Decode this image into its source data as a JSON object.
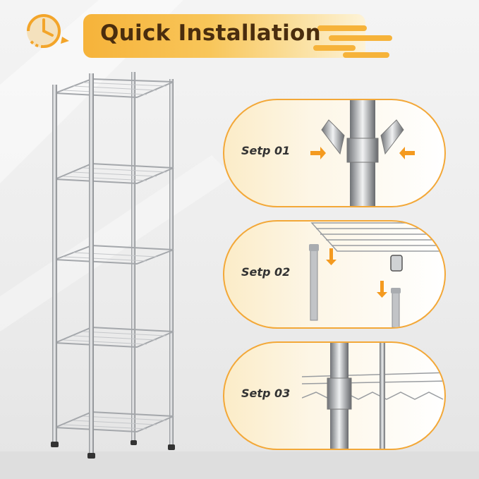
{
  "header": {
    "title": "Quick Installation",
    "icon": "clock-rotate-icon",
    "accent": "#f6b33a",
    "title_color": "#4a2d0e"
  },
  "steps": [
    {
      "label": "Setp 01",
      "photo": "pole-connector-arrows"
    },
    {
      "label": "Setp 02",
      "photo": "shelf-sleeve-insert"
    },
    {
      "label": "Setp 03",
      "photo": "shelf-pole-assembled"
    }
  ],
  "colors": {
    "card_border": "#f3a838",
    "arrow": "#f49a1f",
    "chrome": "#b9bcc0"
  }
}
